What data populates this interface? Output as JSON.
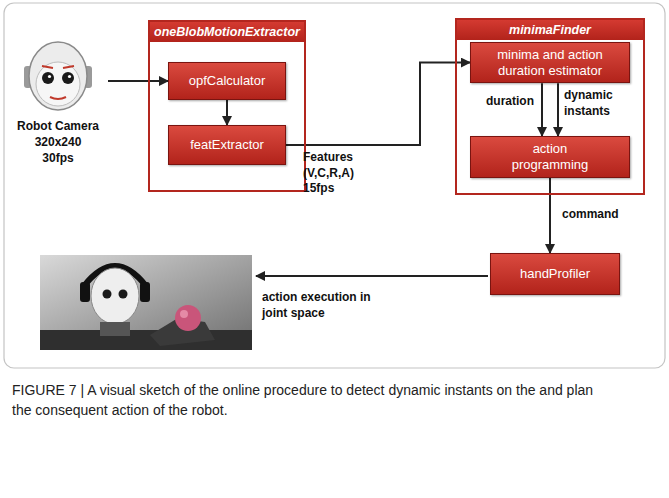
{
  "diagram": {
    "caption": "FIGURE 7 | A visual sketch of the online procedure to detect dynamic instants on the and plan the consequent action of the robot.",
    "nodes": [
      {
        "text": [
          "Robot Camera",
          "320x240",
          "30fps"
        ]
      },
      {
        "text": [
          "oneBlobMotionExtractor"
        ]
      },
      {
        "text": [
          "opfCalculator"
        ],
        "in": 1
      },
      {
        "text": [
          "featExtractor"
        ],
        "in": 1
      },
      {
        "text": [
          "minimaFinder"
        ]
      },
      {
        "text": [
          "minima and action duration estimator"
        ],
        "in": 4
      },
      {
        "text": [
          "action programming"
        ],
        "in": 4
      },
      {
        "text": [
          "handProfiler"
        ]
      }
    ],
    "edges": [
      {
        "from": 0,
        "to": 2,
        "arrow": "to"
      },
      {
        "from": 2,
        "to": 3,
        "arrow": "to"
      },
      {
        "from": 3,
        "to": 5,
        "arrow": "to",
        "label": "Features (V,C,R,A) 15fps"
      },
      {
        "from": 5,
        "to": 6,
        "arrow": "to",
        "label": "duration"
      },
      {
        "from": 5,
        "to": 6,
        "arrow": "to",
        "label": "dynamic instants"
      },
      {
        "from": 6,
        "to": 7,
        "arrow": "to",
        "label": "command"
      }
    ],
    "labels": [
      "action execution in joint space"
    ]
  }
}
